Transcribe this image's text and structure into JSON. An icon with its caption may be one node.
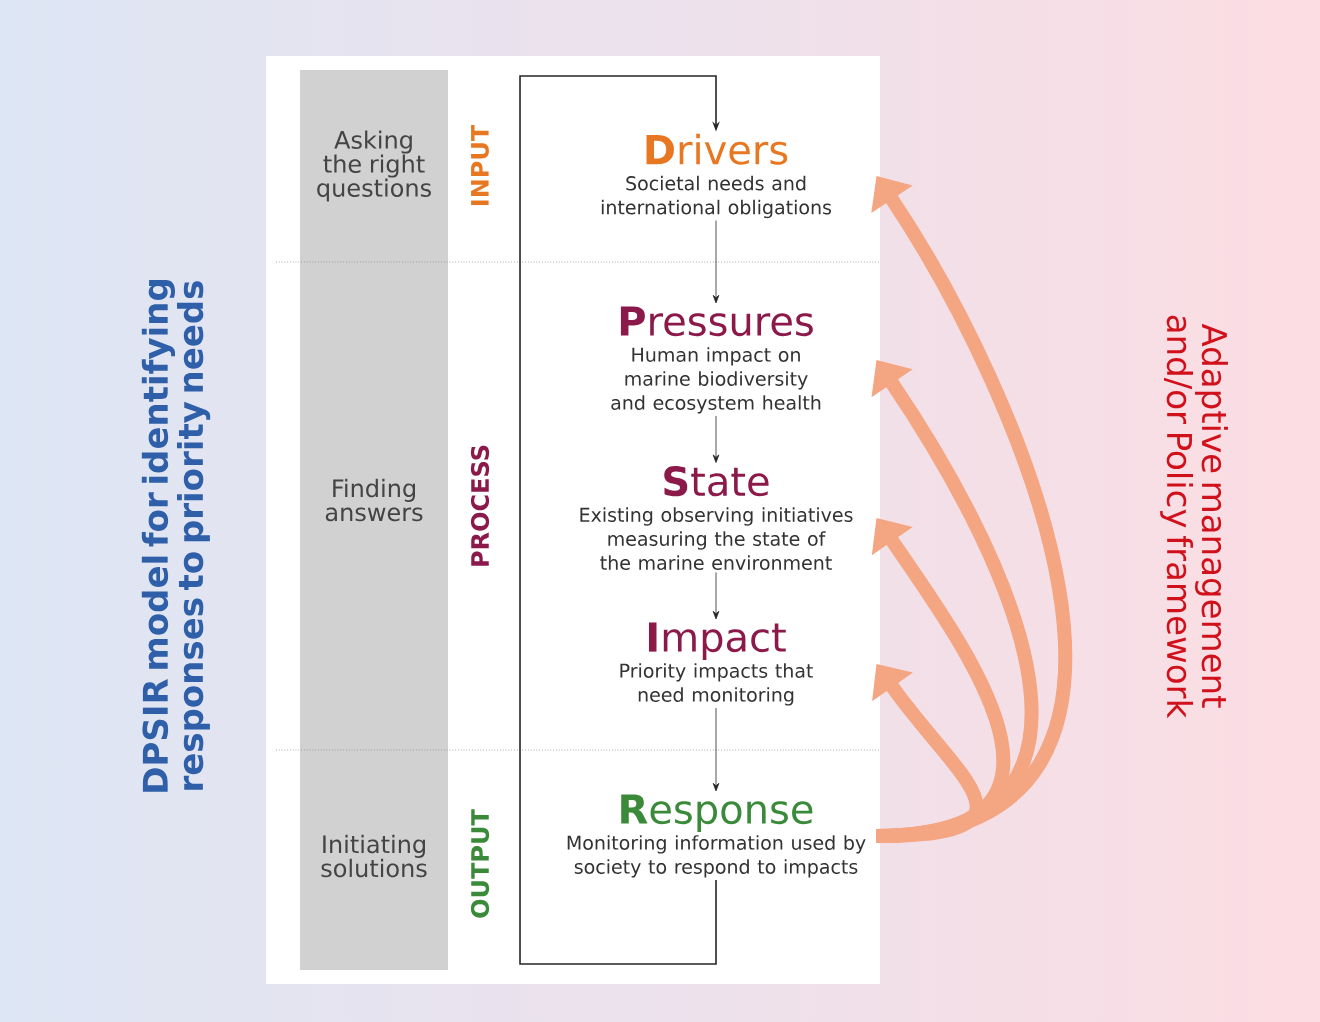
{
  "diagram": {
    "nodes": [
      {
        "text": [
          "**D**rivers",
          "Societal needs and international obligations"
        ]
      },
      {
        "text": [
          "**P**ressures",
          "Human impact on marine biodiversity and ecosystem health"
        ]
      },
      {
        "text": [
          "**S**tate",
          "Existing observing initiatives measuring the state of the marine environment"
        ]
      },
      {
        "text": [
          "**I**mpact",
          "Priority impacts that need monitoring"
        ]
      },
      {
        "text": [
          "**R**esponse",
          "Monitoring information used by society to respond to impacts"
        ]
      }
    ],
    "edges": [
      {
        "from": 0,
        "to": 1,
        "arrow": "to"
      },
      {
        "from": 1,
        "to": 2,
        "arrow": "to"
      },
      {
        "from": 2,
        "to": 3,
        "arrow": "to"
      },
      {
        "from": 3,
        "to": 4,
        "arrow": "to"
      },
      {
        "from": 4,
        "to": 0,
        "arrow": "to"
      },
      {
        "from": 4,
        "to": 0,
        "arrow": "to",
        "style": "thick",
        "color": "#f4a582"
      },
      {
        "from": 4,
        "to": 1,
        "arrow": "to",
        "style": "thick",
        "color": "#f4a582"
      },
      {
        "from": 4,
        "to": 2,
        "arrow": "to",
        "style": "thick",
        "color": "#f4a582"
      },
      {
        "from": 4,
        "to": 3,
        "arrow": "to",
        "style": "thick",
        "color": "#f4a582"
      }
    ],
    "labels": [
      "DPSIR model for identifying responses to priority needs",
      "Asking the right questions",
      "INPUT",
      "Finding answers",
      "PROCESS",
      "Initiating solutions",
      "OUTPUT",
      "Adaptive management and/or Policy framework"
    ]
  }
}
